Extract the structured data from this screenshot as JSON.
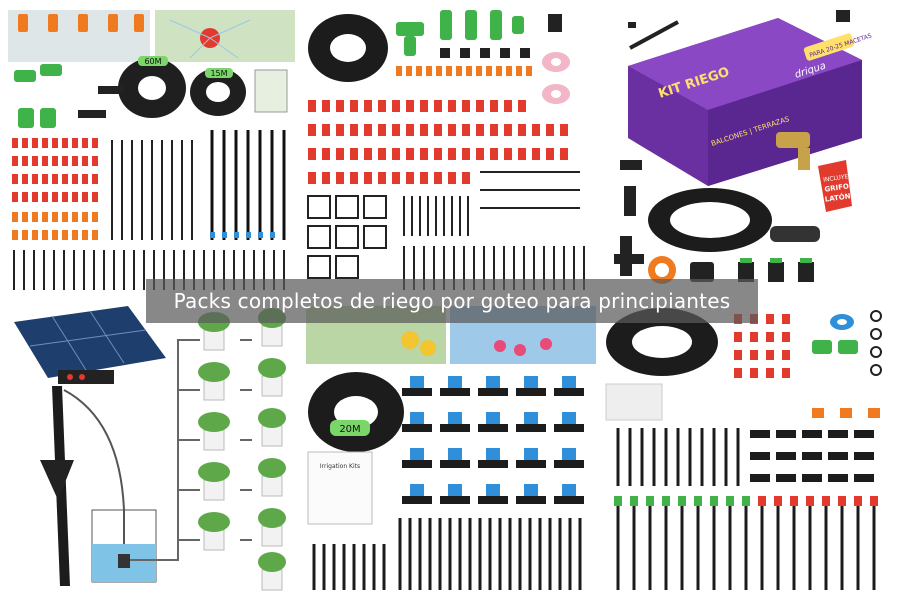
{
  "caption": "Packs completos de riego por goteo para principiantes",
  "tiles": [
    {
      "hose_labels": [
        "60M",
        "15M"
      ]
    },
    {},
    {
      "box": {
        "title_lines": [
          "KIT RIEGO",
          "BALCONES | TERRAZAS"
        ],
        "brand": "driqua",
        "badge": "PARA 20-25 MACETAS",
        "tag_lines": [
          "INCLUYE",
          "GRIFO",
          "LATÓN"
        ]
      }
    },
    {},
    {
      "hose_label": "20M",
      "booklet_title": "Irrigation Kits"
    },
    {}
  ],
  "colors": {
    "accent_red": "#e23b2e",
    "accent_orange": "#f07a1f",
    "accent_green": "#3fb24a",
    "accent_blue": "#2f8fd8",
    "tube_black": "#1c1c1c",
    "box_purple": "#6a2fa0",
    "water_blue": "#7fc4e6"
  }
}
